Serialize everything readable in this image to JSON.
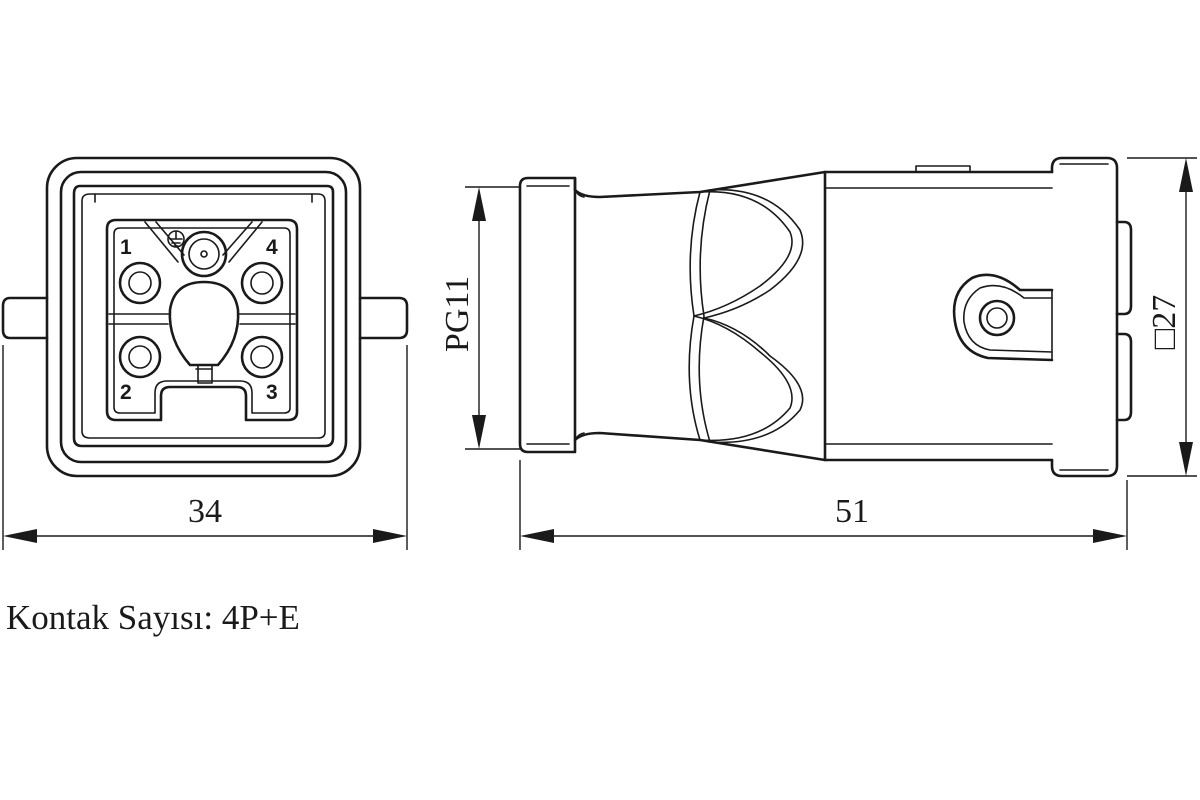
{
  "dimensions": {
    "front_width": "34",
    "body_length": "51",
    "cable_gland": "PG11",
    "flange_square": "□27"
  },
  "pins": {
    "pin_1": "1",
    "pin_2": "2",
    "pin_3": "3",
    "pin_4": "4"
  },
  "caption": "Kontak Sayısı: 4P+E",
  "icons": {
    "earth_pin": "ground-symbol-icon"
  },
  "colors": {
    "line": "#1a1a1a",
    "background": "#ffffff"
  }
}
